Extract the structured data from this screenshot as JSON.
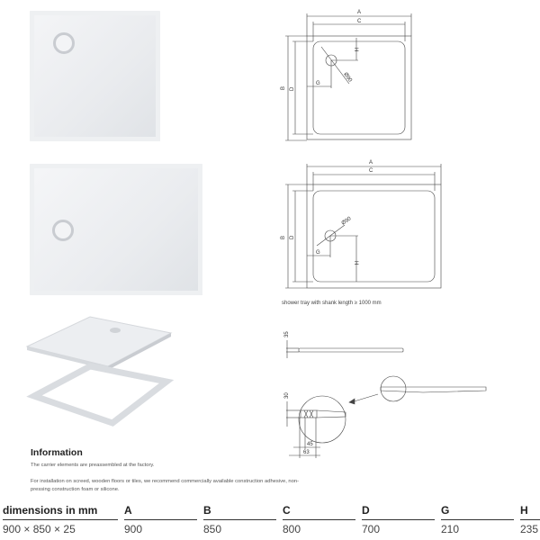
{
  "diagram_labels": {
    "A": "A",
    "B": "B",
    "C": "C",
    "D": "D",
    "G": "G",
    "H": "H",
    "drain_diameter": "Ø90"
  },
  "section_labels": {
    "height_side": "35",
    "height_detail": "30",
    "inner_width": "45",
    "outer_width": "63"
  },
  "caption": "shower tray with shank length ≥ 1000 mm",
  "info": {
    "title": "Information",
    "line1": "The carrier elements are preassembled at the factory.",
    "line2": "For installation on screed, wooden floors or tiles, we recommend commercially available construction adhesive, non-pressing construction foam or silicone."
  },
  "table": {
    "headers": [
      "dimensions in mm",
      "A",
      "B",
      "C",
      "D",
      "G",
      "H"
    ],
    "values": [
      "900 × 850 × 25",
      "900",
      "850",
      "800",
      "700",
      "210",
      "235"
    ]
  }
}
